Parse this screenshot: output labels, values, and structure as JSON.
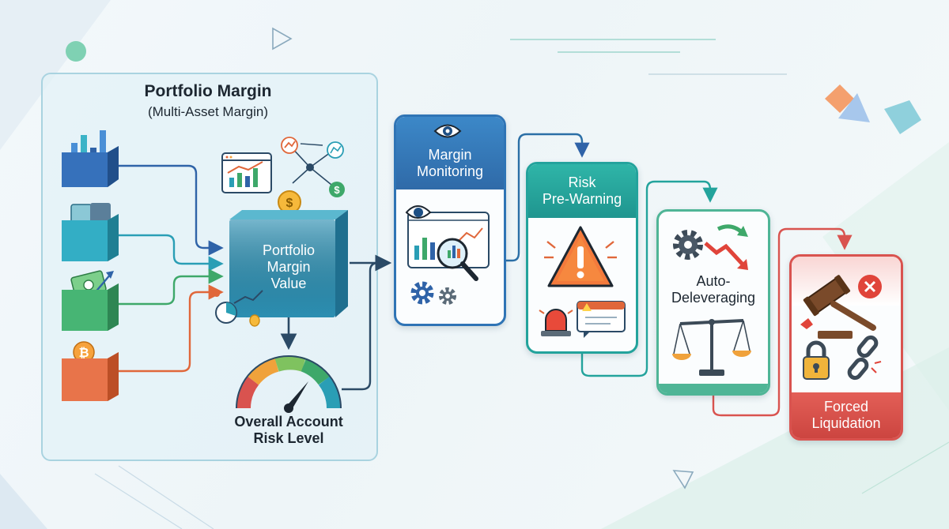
{
  "portfolio": {
    "title": "Portfolio Margin",
    "subtitle": "(Multi-Asset Margin)",
    "center_line1": "Portfolio",
    "center_line2": "Margin",
    "center_line3": "Value",
    "risk_line1": "Overall Account",
    "risk_line2": "Risk Level"
  },
  "stages": {
    "monitoring": {
      "line1": "Margin",
      "line2": "Monitoring"
    },
    "prewarning": {
      "line1": "Risk",
      "line2": "Pre-Warning"
    },
    "deleveraging": {
      "line1": "Auto-",
      "line2": "Deleveraging"
    },
    "liquidation": {
      "line1": "Forced",
      "line2": "Liquidation"
    }
  },
  "colors": {
    "asset_blue": "#2f63a8",
    "asset_teal": "#2a9eb5",
    "asset_green": "#3ea86a",
    "asset_orange": "#e0673a",
    "monitoring": "#2f74b5",
    "prewarning": "#23a39c",
    "deleveraging": "#4fb596",
    "liquidation": "#d9534f",
    "connector": "#2b4a66"
  },
  "icons": [
    "bar-chart-icon",
    "wallet-icon",
    "cash-icon",
    "bitcoin-icon",
    "coin-icon",
    "network-icon",
    "dashboard-icon",
    "gauge-icon",
    "eye-icon",
    "magnifier-icon",
    "gear-icon",
    "warning-icon",
    "siren-icon",
    "alert-message-icon",
    "scale-icon",
    "trend-down-icon",
    "gavel-icon",
    "lock-icon",
    "broken-chain-icon",
    "close-icon"
  ]
}
